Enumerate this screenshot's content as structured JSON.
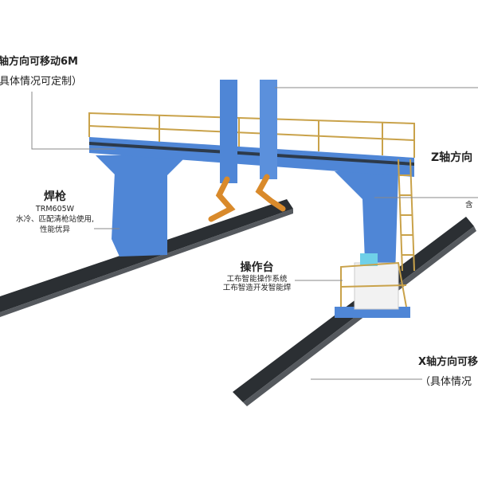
{
  "callouts": {
    "y_axis": {
      "line1": "轴方向可移动6M",
      "line2": "（具体情况可定制）"
    },
    "z_axis": {
      "line1": "Z轴方向"
    },
    "right_partial": {
      "line1": "含"
    },
    "torch": {
      "title": "焊枪",
      "model": "TRM605W",
      "desc1": "水冷、匹配清枪站使用,",
      "desc2": "性能优异"
    },
    "console": {
      "title": "操作台",
      "desc1": "工布智能操作系统",
      "desc2": "工布智造开发智能焊"
    },
    "x_axis": {
      "line1": "X轴方向可移",
      "line2": "（具体情况"
    }
  },
  "colors": {
    "frame_blue": "#4f86d6",
    "rail": "#2b2f33",
    "railing": "#c9a24a",
    "robot_orange": "#d98a2b",
    "line": "#888888"
  }
}
